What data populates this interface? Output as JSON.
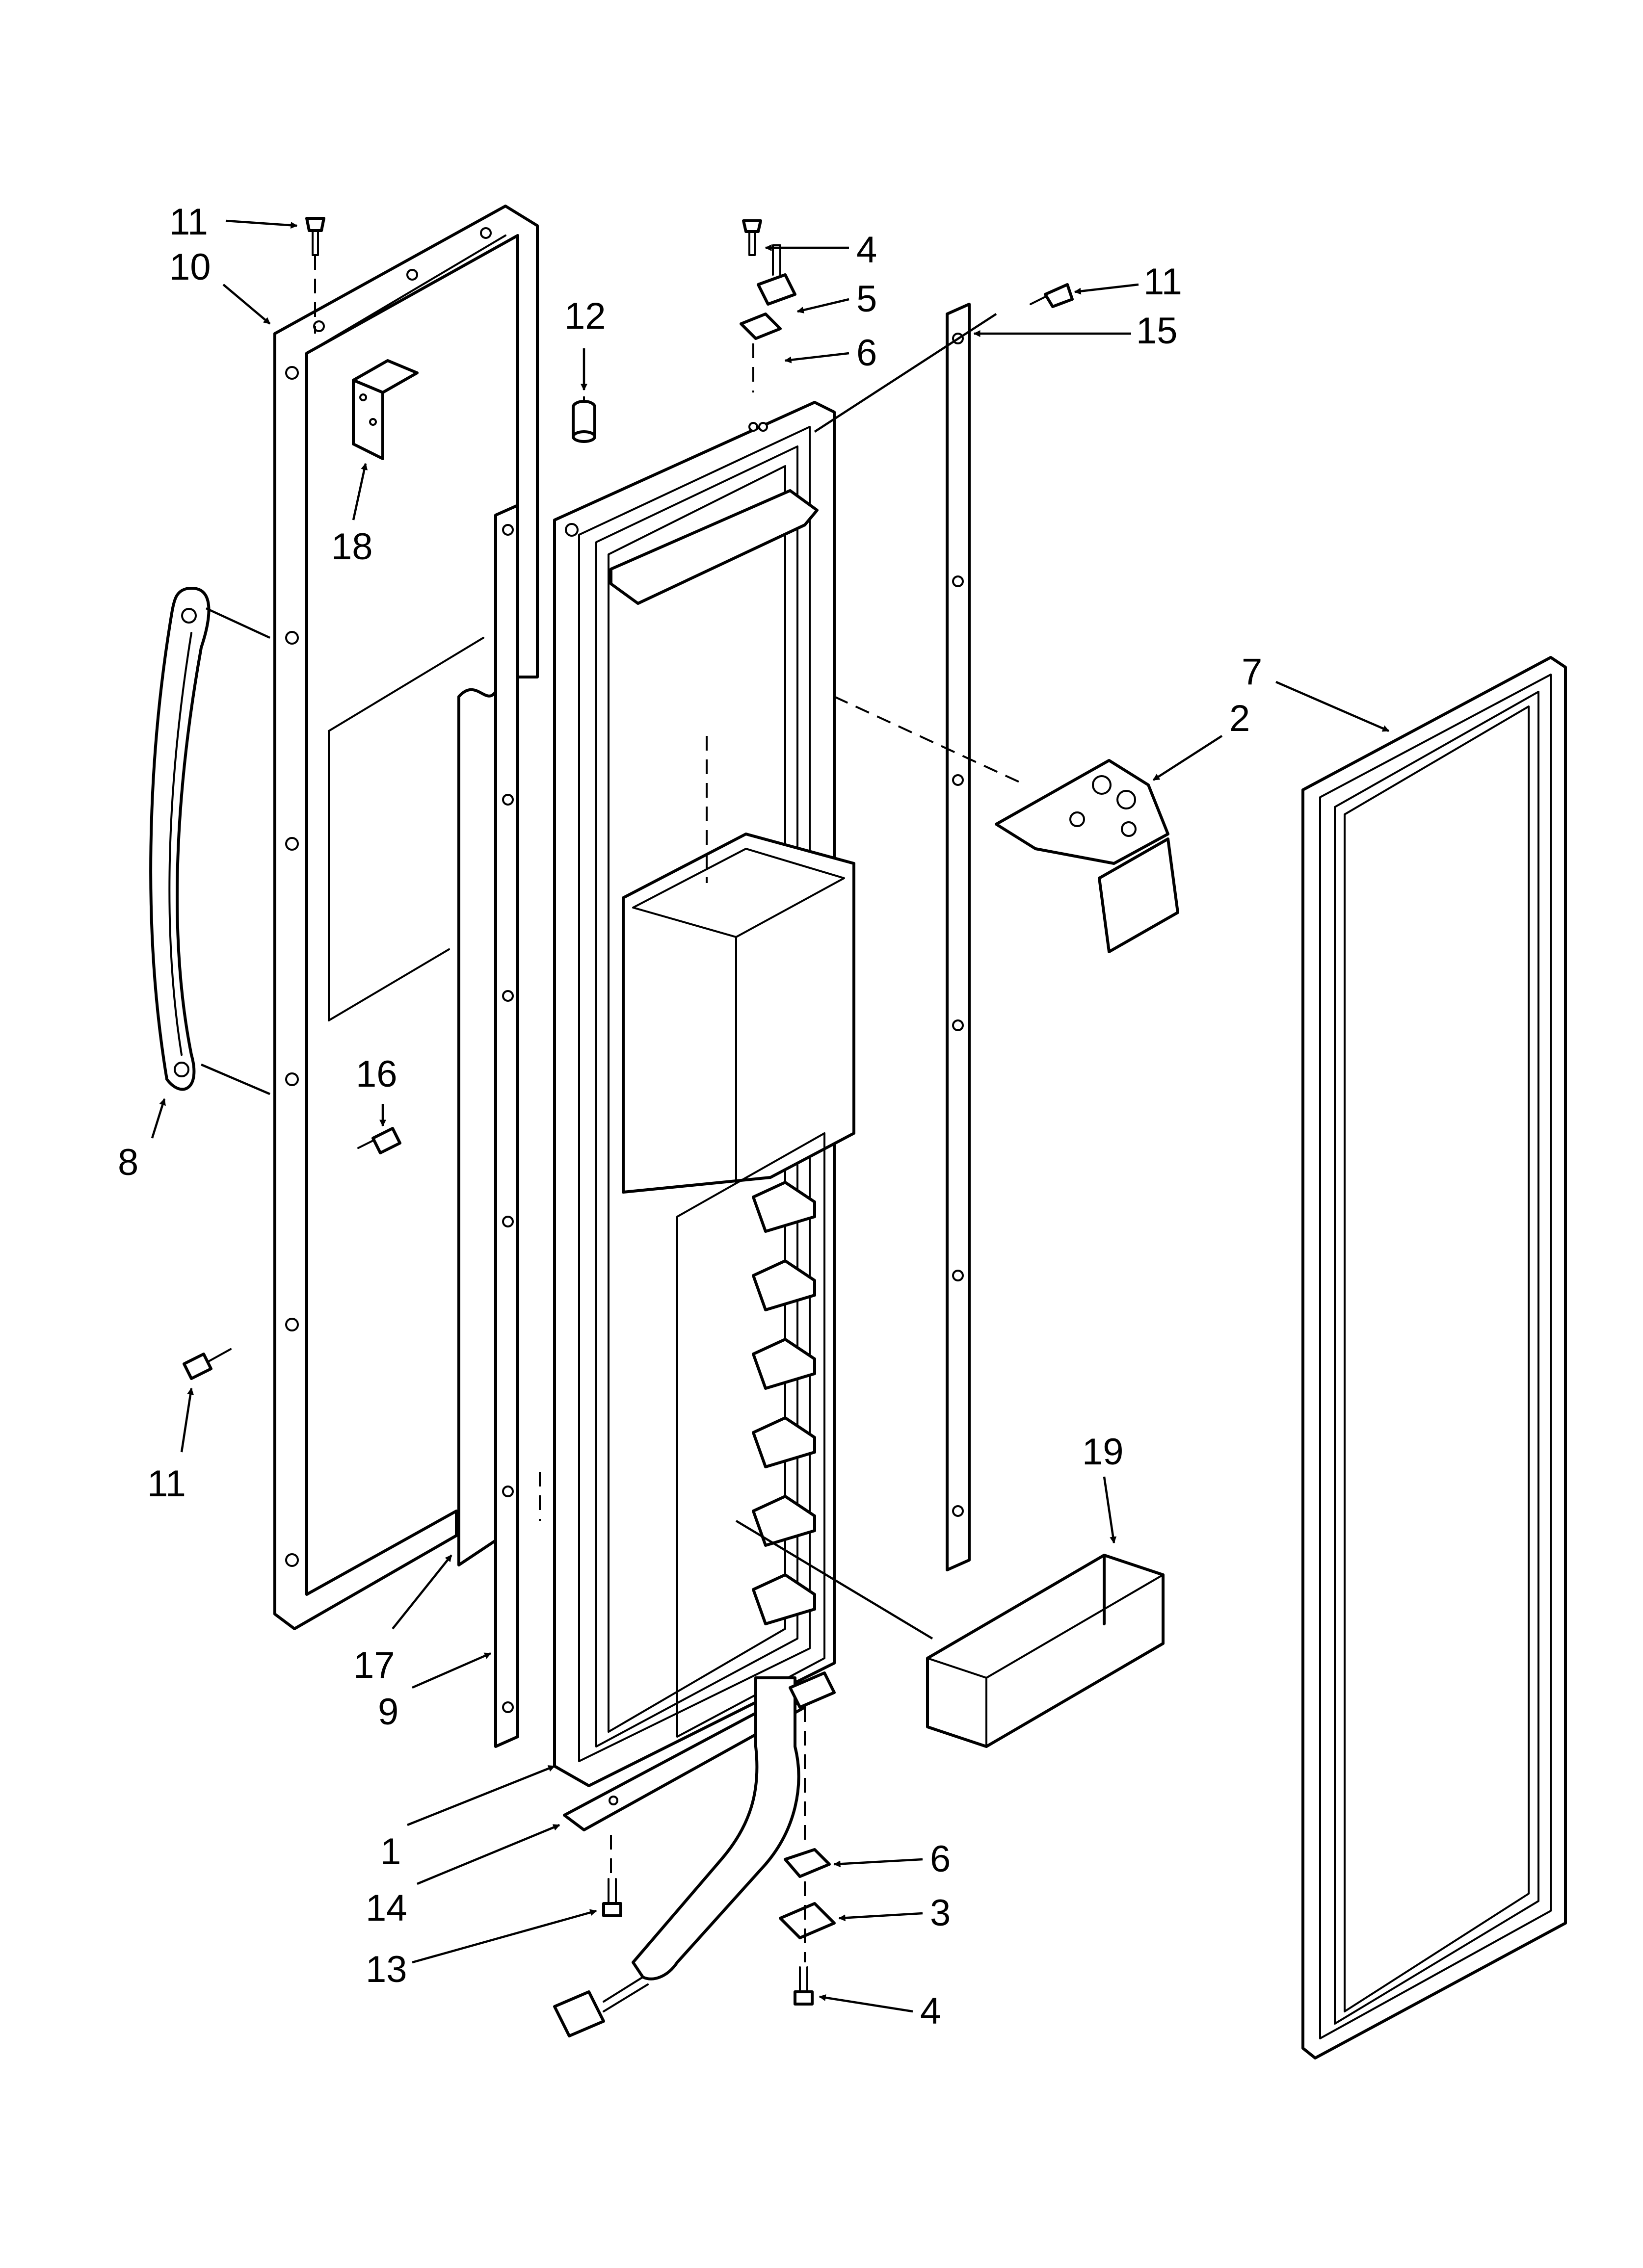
{
  "diagram": {
    "callouts": {
      "c11_top": "11",
      "c10": "10",
      "c4_top": "4",
      "c5": "5",
      "c6_top": "6",
      "c11_right": "11",
      "c15": "15",
      "c12": "12",
      "c18": "18",
      "c7": "7",
      "c2": "2",
      "c16": "16",
      "c8": "8",
      "c11_left": "11",
      "c19": "19",
      "c17": "17",
      "c9": "9",
      "c1": "1",
      "c14": "14",
      "c6_bottom": "6",
      "c3": "3",
      "c13": "13",
      "c4_bottom": "4"
    }
  }
}
